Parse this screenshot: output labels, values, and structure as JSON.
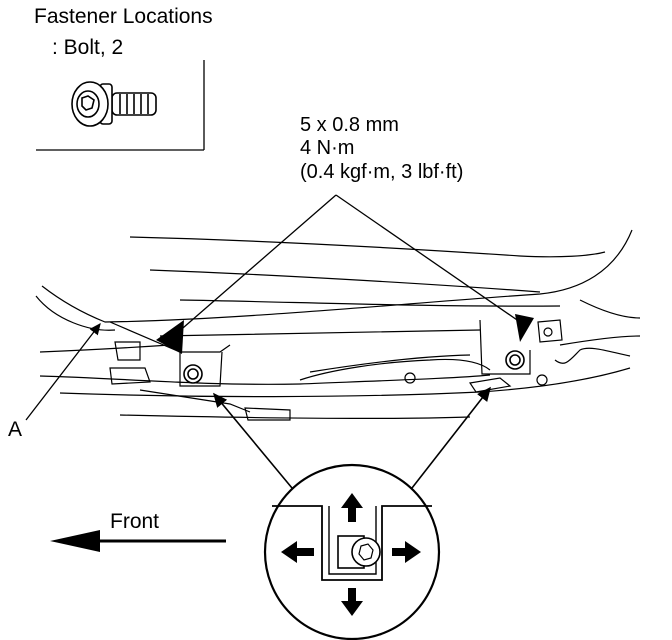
{
  "legend": {
    "title": "Fastener Locations",
    "item": ": Bolt, 2",
    "icon": "flange-bolt-icon"
  },
  "spec": {
    "thread": "5 x 0.8 mm",
    "torque": "4 N·m",
    "torque_alt": "(0.4 kgf·m, 3 lbf·ft)"
  },
  "labels": {
    "a": "A",
    "front": "Front"
  },
  "detail": {
    "icon": "clip-movement-arrows-icon"
  }
}
